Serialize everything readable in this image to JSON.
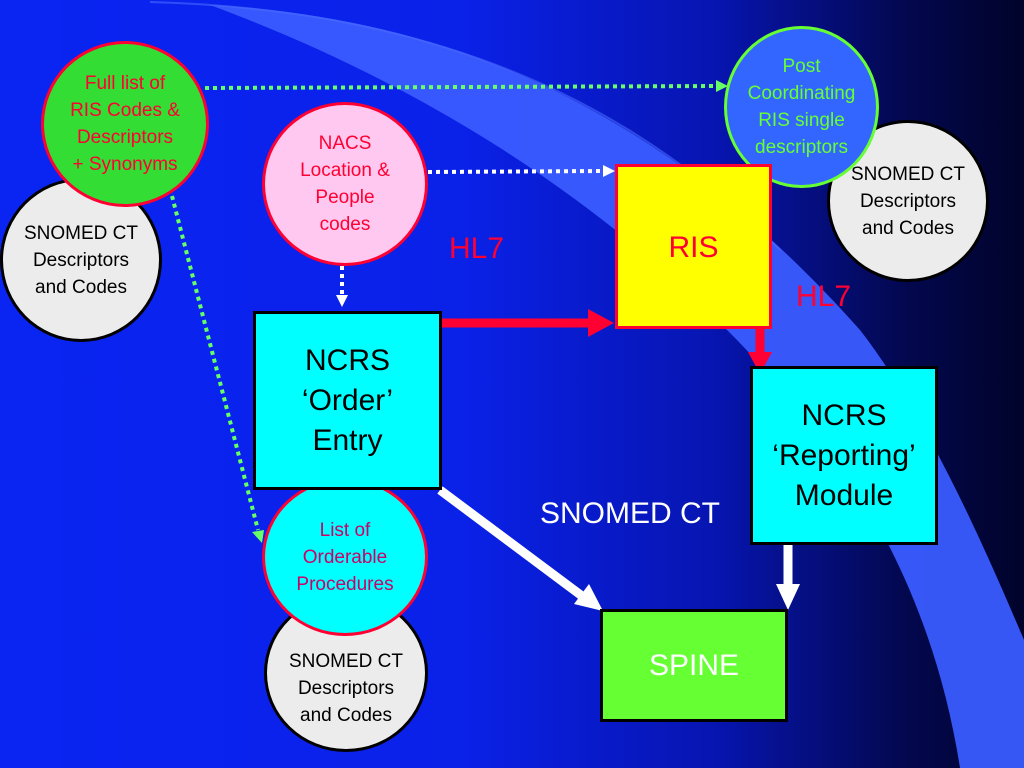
{
  "nodes": {
    "full_list": "Full list of\nRIS Codes &\nDescriptors\n+ Synonyms",
    "post_coordinating": "Post\nCoordinating\nRIS single\ndescriptors",
    "nacs": "NACS\nLocation &\nPeople\ncodes",
    "ris": "RIS",
    "ncrs_order": "NCRS\n‘Order’\nEntry",
    "ncrs_reporting": "NCRS\n‘Reporting’\nModule",
    "orderable": "List of\nOrderable\nProcedures",
    "spine": "SPINE",
    "snomed_left": "SNOMED CT\nDescriptors\nand Codes",
    "snomed_right": "SNOMED CT\nDescriptors\nand Codes",
    "snomed_bottom": "SNOMED CT\nDescriptors\nand Codes"
  },
  "labels": {
    "hl7_a": "HL7",
    "hl7_b": "HL7",
    "snomed_ct": "SNOMED CT"
  },
  "colors": {
    "background": "#0a22ee",
    "red": "#ff0033",
    "cyan": "#00ffff",
    "yellow": "#ffff00",
    "green": "#66ff33",
    "pink": "#ffc8f0",
    "dotted": "#66ff66"
  }
}
